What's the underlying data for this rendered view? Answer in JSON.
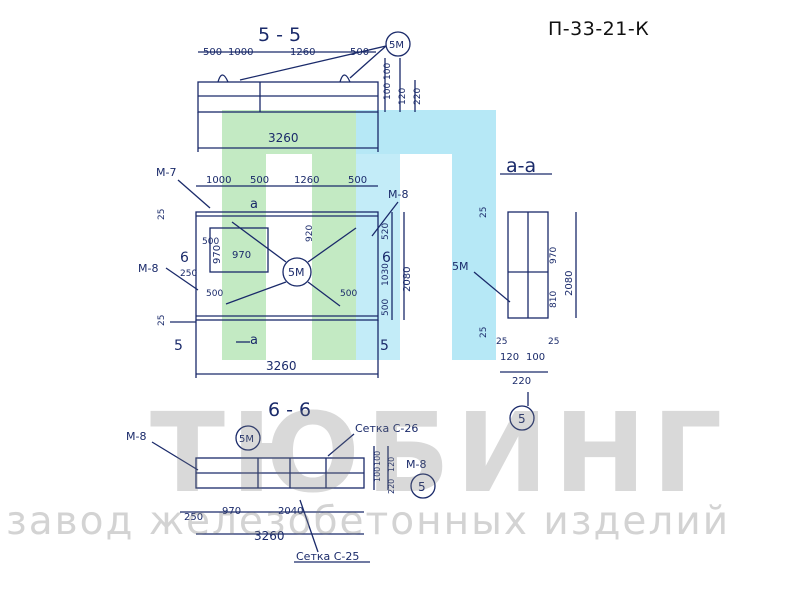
{
  "drawing_code": "П-33-21-К",
  "watermark": {
    "brand": "ТЮБИНГ",
    "subtitle": "завод железобетонных изделий",
    "colors": {
      "green": "#b8e6b8",
      "cyan": "#a9e4f5",
      "gray": "#7d7d7d"
    }
  },
  "section_5_5": {
    "title": "5 - 5",
    "top_dims": [
      "500",
      "1000",
      "1260",
      "500"
    ],
    "callout": "5М",
    "side_dims": [
      "100",
      "100",
      "120",
      "220"
    ],
    "length": "3260"
  },
  "plan_view": {
    "top_dims": [
      "1000",
      "500",
      "1260",
      "500"
    ],
    "marks": [
      "М-7",
      "М-8",
      "М-8"
    ],
    "dim_25": "25",
    "inner_dims": [
      "970",
      "970",
      "500",
      "920"
    ],
    "center_callout": "5М",
    "section_labels": [
      "6",
      "6",
      "5",
      "5",
      "а",
      "а"
    ],
    "right_dims": [
      "520",
      "1030",
      "500",
      "2080"
    ],
    "left_small": [
      "250",
      "500",
      "25"
    ],
    "corner_dims": [
      "500",
      "500"
    ],
    "length": "3260"
  },
  "section_a_a": {
    "title": "а-а",
    "callout": "5М",
    "dims": [
      "25",
      "970",
      "810",
      "2080",
      "25"
    ],
    "bottom_dims": [
      "25",
      "120",
      "100",
      "25",
      "220"
    ],
    "ref": "5"
  },
  "section_6_6": {
    "title": "6 - 6",
    "mark_left": "М-8",
    "callout": "5М",
    "mesh_top": "Сетка С-26",
    "mesh_bottom": "Сетка С-25",
    "mark_right": "М-8",
    "right_dims": [
      "100",
      "100",
      "120",
      "220"
    ],
    "ref": "5",
    "bottom_dims": [
      "250",
      "970",
      "2040"
    ],
    "length": "3260"
  }
}
